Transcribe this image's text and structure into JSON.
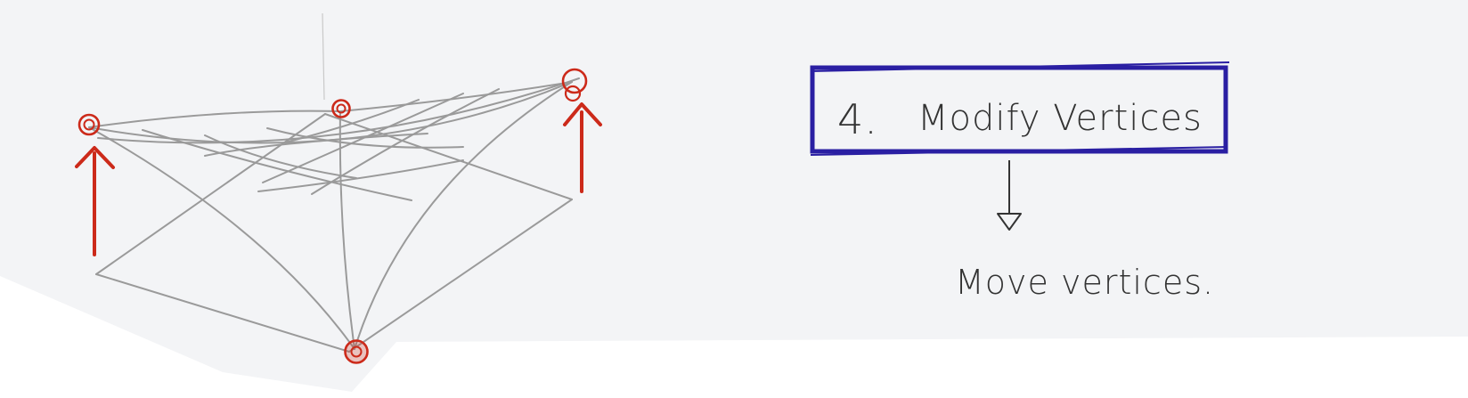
{
  "step_box": {
    "number": "4.",
    "label": "Modify Vertices"
  },
  "result_note": "Move vertices.",
  "colors": {
    "paper": "#f3f4f6",
    "pencil": "#9a9a9a",
    "red_marker": "#cc2a1a",
    "blue_pen": "#2a1fa3",
    "ink": "#333333"
  }
}
